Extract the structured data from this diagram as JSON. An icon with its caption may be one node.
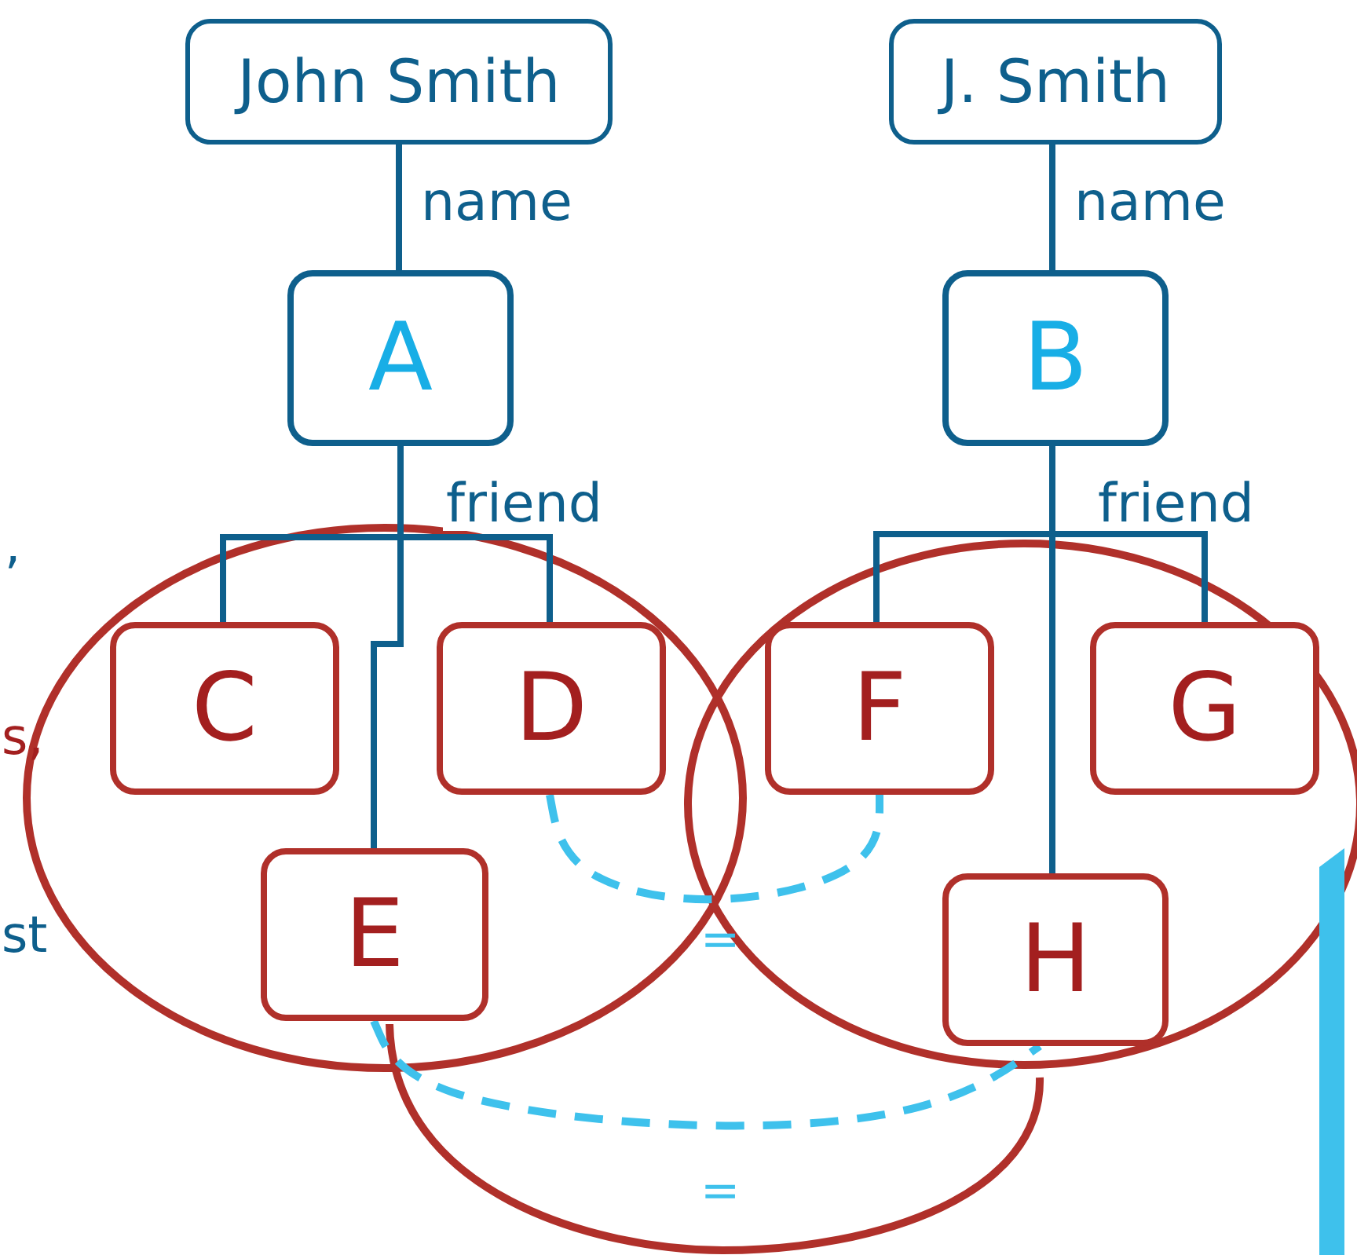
{
  "diagram": {
    "nodes": [
      {
        "text": [
          "John Smith"
        ]
      },
      {
        "text": [
          "J. Smith"
        ]
      },
      {
        "text": [
          "A"
        ]
      },
      {
        "text": [
          "B"
        ]
      },
      {
        "text": [
          "C"
        ]
      },
      {
        "text": [
          "D"
        ]
      },
      {
        "text": [
          "E"
        ]
      },
      {
        "text": [
          "F"
        ]
      },
      {
        "text": [
          "G"
        ]
      },
      {
        "text": [
          "H"
        ]
      }
    ],
    "edges": [
      {
        "from": 0,
        "to": 2,
        "arrow": "none",
        "label": "name"
      },
      {
        "from": 1,
        "to": 3,
        "arrow": "none",
        "label": "name"
      },
      {
        "from": 2,
        "to": 4,
        "arrow": "none"
      },
      {
        "from": 2,
        "to": 5,
        "arrow": "none",
        "label": "friend"
      },
      {
        "from": 2,
        "to": 6,
        "arrow": "none"
      },
      {
        "from": 3,
        "to": 7,
        "arrow": "none"
      },
      {
        "from": 3,
        "to": 8,
        "arrow": "none",
        "label": "friend"
      },
      {
        "from": 3,
        "to": 9,
        "arrow": "none"
      },
      {
        "from": 5,
        "to": 7,
        "arrow": "none",
        "style": "dashed",
        "color": "#3ec1ec",
        "label": "="
      },
      {
        "from": 6,
        "to": 9,
        "arrow": "none",
        "style": "dashed",
        "color": "#3ec1ec",
        "label": "="
      }
    ],
    "labels": [
      ",",
      "s,",
      "st"
    ]
  }
}
